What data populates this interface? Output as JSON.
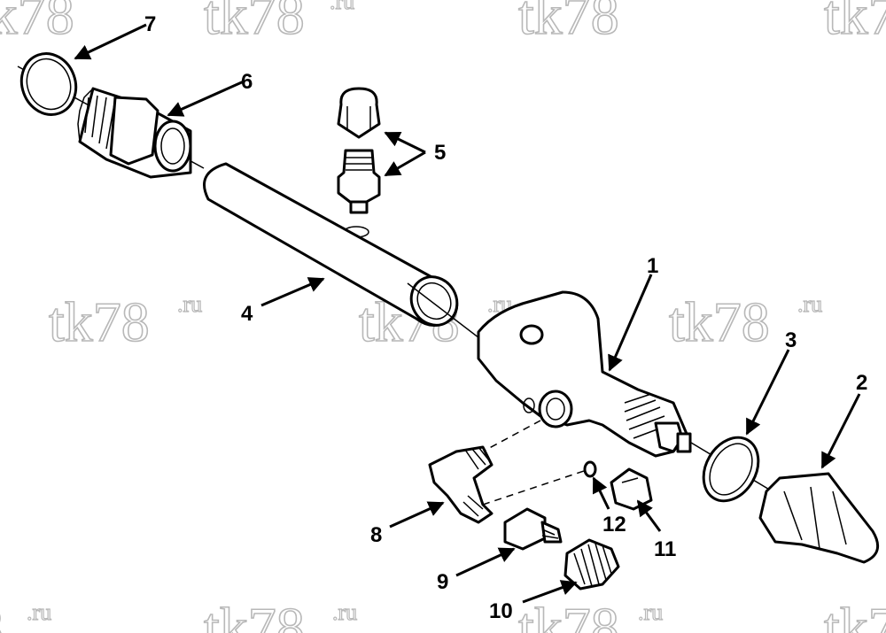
{
  "watermark": {
    "text": "tk78",
    "suffix": ".ru"
  },
  "callouts": [
    {
      "id": "1",
      "label": "1"
    },
    {
      "id": "2",
      "label": "2"
    },
    {
      "id": "3",
      "label": "3"
    },
    {
      "id": "4",
      "label": "4"
    },
    {
      "id": "5",
      "label": "5"
    },
    {
      "id": "6",
      "label": "6"
    },
    {
      "id": "7",
      "label": "7"
    },
    {
      "id": "8",
      "label": "8"
    },
    {
      "id": "9",
      "label": "9"
    },
    {
      "id": "10",
      "label": "10"
    },
    {
      "id": "11",
      "label": "11"
    },
    {
      "id": "12",
      "label": "12"
    }
  ]
}
